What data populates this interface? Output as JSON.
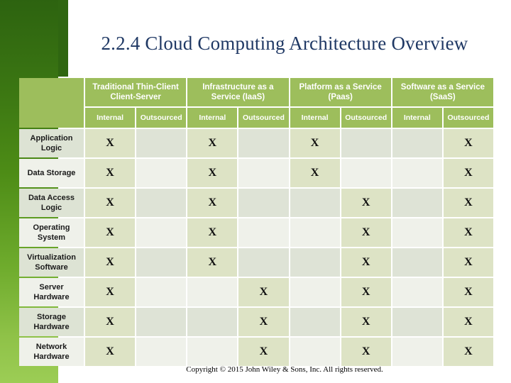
{
  "slide": {
    "title": "2.2.4 Cloud Computing Architecture Overview",
    "footer": "Copyright © 2015 John Wiley & Sons, Inc. All rights reserved.",
    "accent_color": "#9dbe5c",
    "title_color": "#1f3864",
    "sidebar_gradient_top": "#2d6310",
    "sidebar_gradient_bottom": "#9ccd55"
  },
  "table": {
    "corner_label": "",
    "group_headers": [
      "Traditional Thin-Client Client-Server",
      "Infrastructure as a Service (IaaS)",
      "Platform as a Service (Paas)",
      "Software as a Service (SaaS)"
    ],
    "sub_headers": [
      "Internal",
      "Outsourced",
      "Internal",
      "Outsourced",
      "Internal",
      "Outsourced",
      "Internal",
      "Outsourced"
    ],
    "mark": "X",
    "rows": [
      {
        "label": "Application Logic",
        "marks": [
          true,
          false,
          true,
          false,
          true,
          false,
          false,
          true
        ]
      },
      {
        "label": "Data Storage",
        "marks": [
          true,
          false,
          true,
          false,
          true,
          false,
          false,
          true
        ]
      },
      {
        "label": "Data Access Logic",
        "marks": [
          true,
          false,
          true,
          false,
          false,
          true,
          false,
          true
        ]
      },
      {
        "label": "Operating System",
        "marks": [
          true,
          false,
          true,
          false,
          false,
          true,
          false,
          true
        ]
      },
      {
        "label": "Virtualization Software",
        "marks": [
          true,
          false,
          true,
          false,
          false,
          true,
          false,
          true
        ]
      },
      {
        "label": "Server Hardware",
        "marks": [
          true,
          false,
          false,
          true,
          false,
          true,
          false,
          true
        ]
      },
      {
        "label": "Storage Hardware",
        "marks": [
          true,
          false,
          false,
          true,
          false,
          true,
          false,
          true
        ]
      },
      {
        "label": "Network Hardware",
        "marks": [
          true,
          false,
          false,
          true,
          false,
          true,
          false,
          true
        ]
      }
    ]
  }
}
